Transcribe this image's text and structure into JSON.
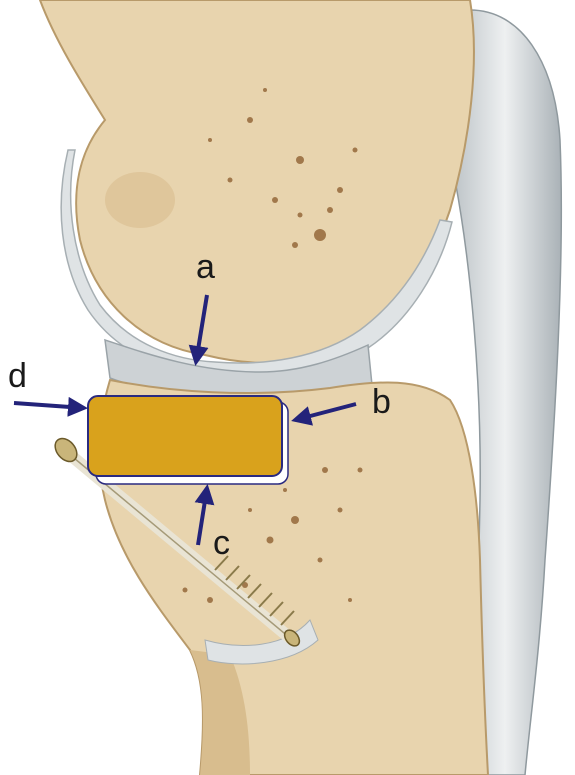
{
  "labels": {
    "a": "a",
    "b": "b",
    "c": "c",
    "d": "d"
  },
  "colors": {
    "bone": "#e8d4ae",
    "bone_dark": "#d8bd8e",
    "cartilage": "#d9dcde",
    "ligament": "#c9cfd2",
    "block_fill": "#d9a21c",
    "block_stroke": "#2a2a80",
    "arrow": "#23237a",
    "screw": "#c9b57a"
  },
  "icons": {
    "screw": "bone-screw-icon",
    "block": "implant-block"
  }
}
